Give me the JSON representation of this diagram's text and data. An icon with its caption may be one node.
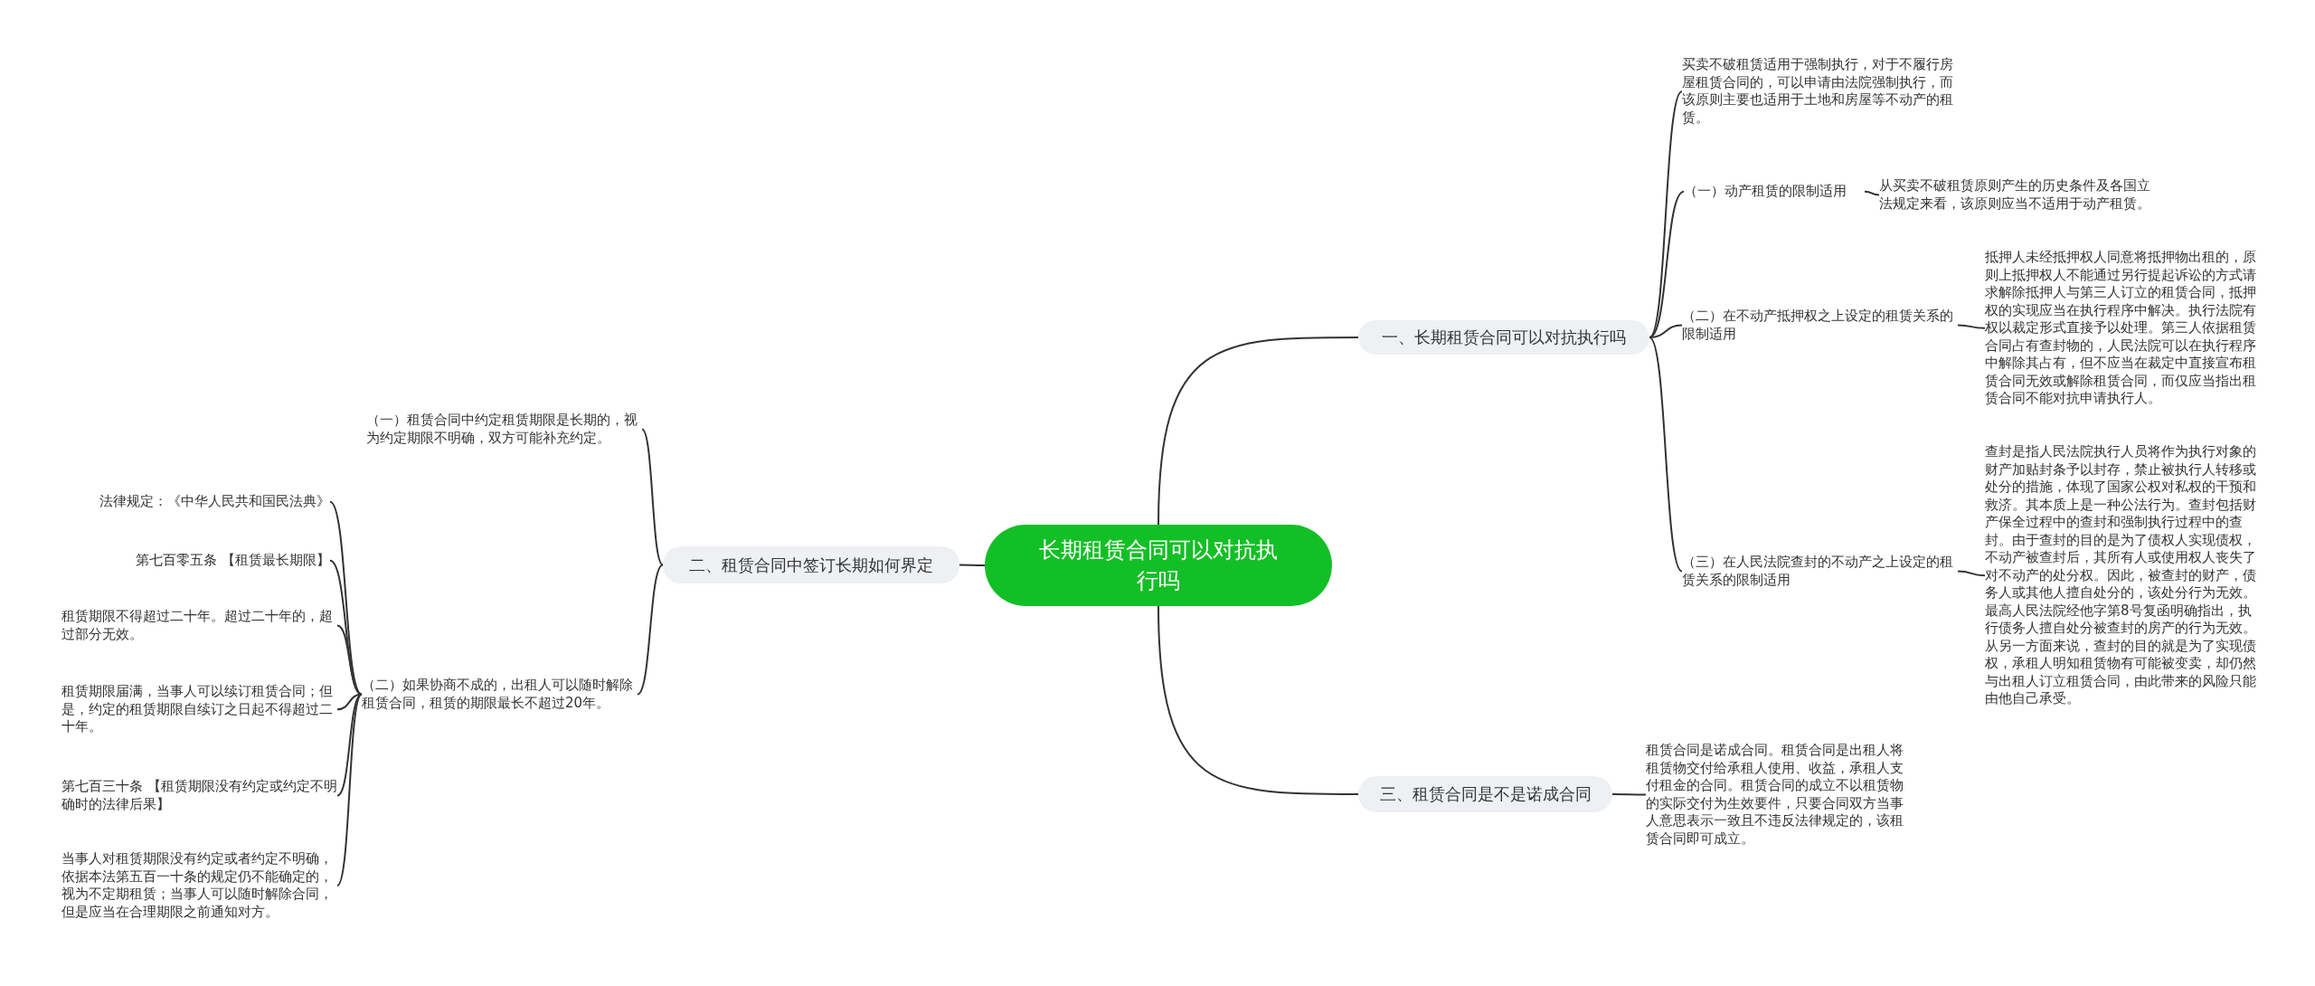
{
  "diagram": {
    "nodes": [
      {
        "text": [
          "长期租赁合同可以对抗执行吗"
        ]
      },
      {
        "text": [
          "一、长期租赁合同可以对抗执行吗"
        ]
      },
      {
        "text": [
          "买卖不破租赁适用于强制执行，对于不履行房屋租赁合同的，可以申请由法院强制执行，而该原则主要也适用于土地和房屋等不动产的租赁。"
        ]
      },
      {
        "text": [
          "（一）动产租赁的限制适用"
        ]
      },
      {
        "text": [
          "从买卖不破租赁原则产生的历史条件及各国立法规定来看，该原则应当不适用于动产租赁。"
        ]
      },
      {
        "text": [
          "（二）在不动产抵押权之上设定的租赁关系的限制适用"
        ]
      },
      {
        "text": [
          "抵押人未经抵押权人同意将抵押物出租的，原则上抵押权人不能通过另行提起诉讼的方式请求解除抵押人与第三人订立的租赁合同，抵押权的实现应当在执行程序中解决。执行法院有权以裁定形式直接予以处理。第三人依据租赁合同占有查封物的，人民法院可以在执行程序中解除其占有，但不应当在裁定中直接宣布租赁合同无效或解除租赁合同，而仅应当指出租赁合同不能对抗申请执行人。"
        ]
      },
      {
        "text": [
          "（三）在人民法院查封的不动产之上设定的租赁关系的限制适用"
        ]
      },
      {
        "text": [
          "查封是指人民法院执行人员将作为执行对象的财产加贴封条予以封存，禁止被执行人转移或处分的措施，体现了国家公权对私权的干预和救济。其本质上是一种公法行为。查封包括财产保全过程中的查封和强制执行过程中的查封。由于查封的目的是为了债权人实现债权，不动产被查封后，其所有人或使用权人丧失了对不动产的处分权。因此，被查封的财产，债务人或其他人擅自处分的，该处分行为无效。最高人民法院经他字第8号复函明确指出，执行债务人擅自处分被查封的房产的行为无效。从另一方面来说，查封的目的就是为了实现债权，承租人明知租赁物有可能被变卖，却仍然与出租人订立租赁合同，由此带来的风险只能由他自己承受。"
        ]
      },
      {
        "text": [
          "二、租赁合同中签订长期如何界定"
        ]
      },
      {
        "text": [
          "（一）租赁合同中约定租赁期限是长期的，视为约定期限不明确，双方可能补充约定。"
        ]
      },
      {
        "text": [
          "（二）如果协商不成的，出租人可以随时解除租赁合同，租赁的期限最长不超过20年。"
        ]
      },
      {
        "text": [
          "法律规定：《中华人民共和国民法典》"
        ]
      },
      {
        "text": [
          "第七百零五条 【租赁最长期限】"
        ]
      },
      {
        "text": [
          "租赁期限不得超过二十年。超过二十年的，超过部分无效。"
        ]
      },
      {
        "text": [
          "租赁期限届满，当事人可以续订租赁合同；但是，约定的租赁期限自续订之日起不得超过二十年。"
        ]
      },
      {
        "text": [
          "第七百三十条 【租赁期限没有约定或约定不明确时的法律后果】"
        ]
      },
      {
        "text": [
          "当事人对租赁期限没有约定或者约定不明确，依据本法第五百一十条的规定仍不能确定的，视为不定期租赁；当事人可以随时解除合同，但是应当在合理期限之前通知对方。"
        ]
      },
      {
        "text": [
          "三、租赁合同是不是诺成合同"
        ]
      },
      {
        "text": [
          "租赁合同是诺成合同。租赁合同是出租人将租赁物交付给承租人使用、收益，承租人支付租金的合同。租赁合同的成立不以租赁物的实际交付为生效要件，只要合同双方当事人意思表示一致且不违反法律规定的，该租赁合同即可成立。"
        ]
      }
    ],
    "edges": [
      {
        "from": 0,
        "to": 1,
        "arrow": "none"
      },
      {
        "from": 1,
        "to": 2,
        "arrow": "none"
      },
      {
        "from": 1,
        "to": 3,
        "arrow": "none"
      },
      {
        "from": 3,
        "to": 4,
        "arrow": "none"
      },
      {
        "from": 1,
        "to": 5,
        "arrow": "none"
      },
      {
        "from": 5,
        "to": 6,
        "arrow": "none"
      },
      {
        "from": 1,
        "to": 7,
        "arrow": "none"
      },
      {
        "from": 7,
        "to": 8,
        "arrow": "none"
      },
      {
        "from": 0,
        "to": 9,
        "arrow": "none"
      },
      {
        "from": 9,
        "to": 10,
        "arrow": "none"
      },
      {
        "from": 9,
        "to": 11,
        "arrow": "none"
      },
      {
        "from": 11,
        "to": 12,
        "arrow": "none"
      },
      {
        "from": 11,
        "to": 13,
        "arrow": "none"
      },
      {
        "from": 11,
        "to": 14,
        "arrow": "none"
      },
      {
        "from": 11,
        "to": 15,
        "arrow": "none"
      },
      {
        "from": 11,
        "to": 16,
        "arrow": "none"
      },
      {
        "from": 11,
        "to": 17,
        "arrow": "none"
      },
      {
        "from": 0,
        "to": 18,
        "arrow": "none"
      },
      {
        "from": 18,
        "to": 19,
        "arrow": "none"
      }
    ]
  }
}
